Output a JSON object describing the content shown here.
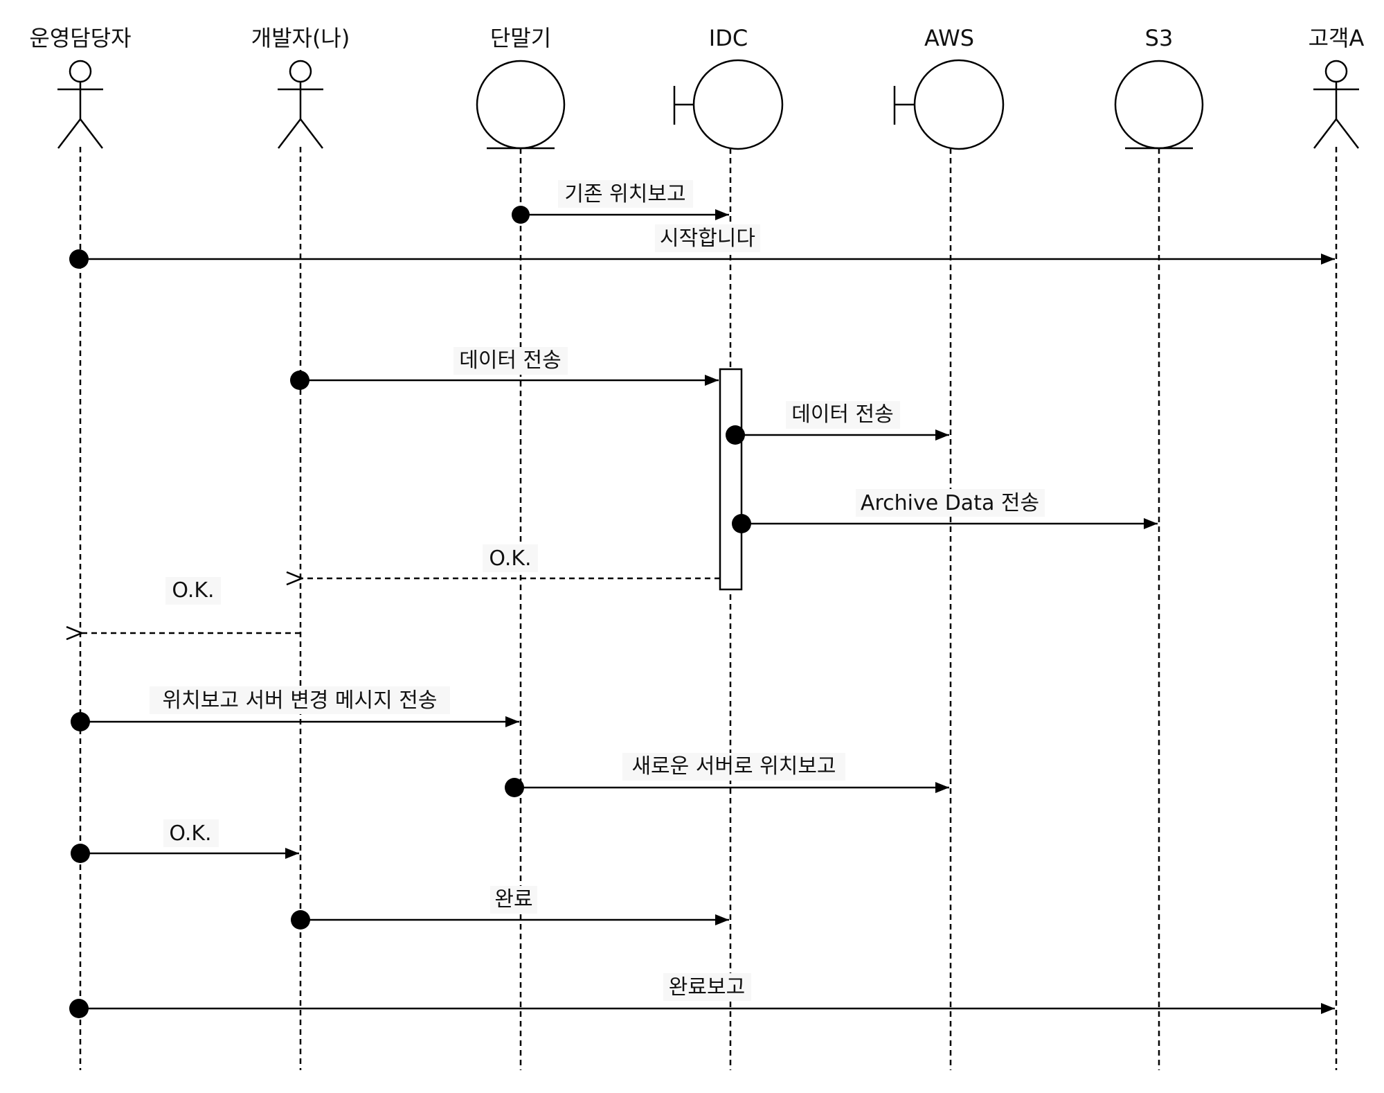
{
  "participants": [
    {
      "name": "운영담당자",
      "shape": "actor"
    },
    {
      "name": "개발자(나)",
      "shape": "actor"
    },
    {
      "name": "단말기",
      "shape": "entity"
    },
    {
      "name": "IDC",
      "shape": "boundary"
    },
    {
      "name": "AWS",
      "shape": "boundary"
    },
    {
      "name": "S3",
      "shape": "entity"
    },
    {
      "name": "고객A",
      "shape": "actor"
    }
  ],
  "messages": [
    {
      "label": "기존 위치보고",
      "from": "단말기",
      "to": "IDC",
      "style": "sync"
    },
    {
      "label": "시작합니다",
      "from": "운영담당자",
      "to": "고객A",
      "style": "sync"
    },
    {
      "label": "데이터 전송",
      "from": "개발자(나)",
      "to": "IDC",
      "style": "sync"
    },
    {
      "label": "데이터 전송",
      "from": "IDC",
      "to": "AWS",
      "style": "sync"
    },
    {
      "label": "Archive Data 전송",
      "from": "IDC",
      "to": "S3",
      "style": "sync"
    },
    {
      "label": "O.K.",
      "from": "IDC",
      "to": "개발자(나)",
      "style": "reply"
    },
    {
      "label": "O.K.",
      "from": "개발자(나)",
      "to": "운영담당자",
      "style": "reply"
    },
    {
      "label": "위치보고 서버 변경 메시지 전송",
      "from": "운영담당자",
      "to": "단말기",
      "style": "sync"
    },
    {
      "label": "새로운 서버로 위치보고",
      "from": "단말기",
      "to": "AWS",
      "style": "sync"
    },
    {
      "label": "O.K.",
      "from": "운영담당자",
      "to": "개발자(나)",
      "style": "sync"
    },
    {
      "label": "완료",
      "from": "개발자(나)",
      "to": "IDC",
      "style": "sync"
    },
    {
      "label": "완료보고",
      "from": "운영담당자",
      "to": "고객A",
      "style": "sync"
    }
  ],
  "activation": {
    "participant": "IDC",
    "from_message": 2,
    "to_message": 5
  },
  "colors": {
    "line": "#000000",
    "text": "#111111",
    "label_bg": "#f7f7f7"
  }
}
